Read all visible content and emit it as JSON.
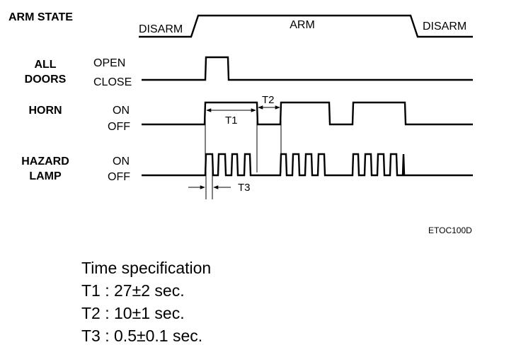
{
  "signals": {
    "arm_state": {
      "label": "ARM STATE",
      "states": [
        "DISARM",
        "ARM",
        "DISARM"
      ]
    },
    "all_doors": {
      "label_line1": "ALL",
      "label_line2": "DOORS",
      "high": "OPEN",
      "low": "CLOSE"
    },
    "horn": {
      "label": "HORN",
      "high": "ON",
      "low": "OFF"
    },
    "hazard_lamp": {
      "label_line1": "HAZARD",
      "label_line2": "LAMP",
      "high": "ON",
      "low": "OFF"
    }
  },
  "timing_marks": {
    "t1": "T1",
    "t2": "T2",
    "t3": "T3"
  },
  "figure_code": "ETOC100D",
  "spec": {
    "title": "Time specification",
    "t1": "T1 : 27±2 sec.",
    "t2": "T2 : 10±1 sec.",
    "t3": "T3 : 0.5±0.1 sec."
  }
}
